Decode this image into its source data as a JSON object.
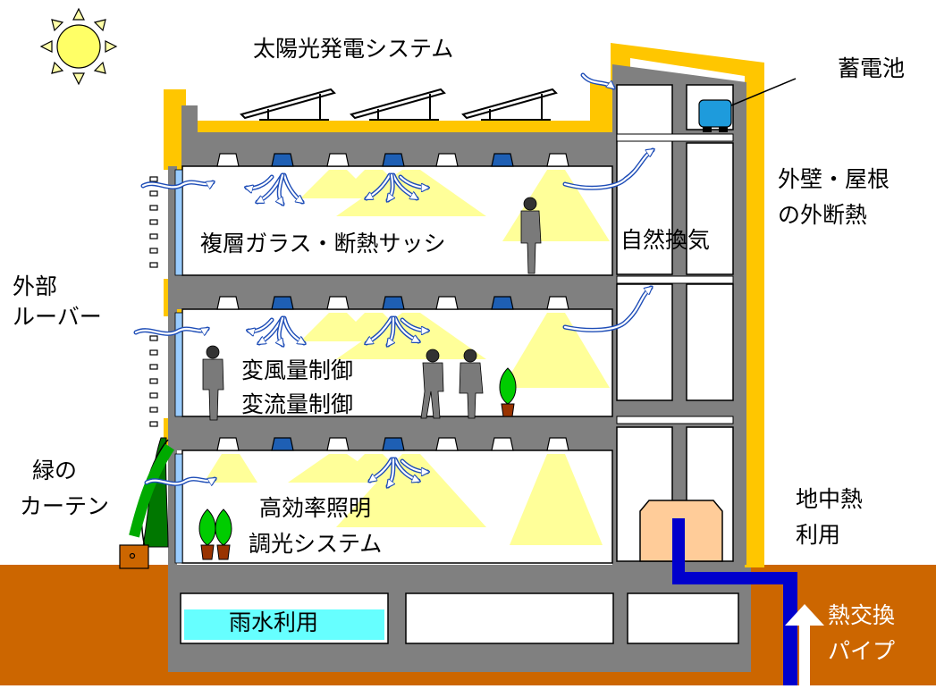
{
  "labels": {
    "solar_power": "太陽光発電システム",
    "battery": "蓄電池",
    "exterior_insulation_line1": "外壁・屋根",
    "exterior_insulation_line2": "の外断熱",
    "double_glazing": "複層ガラス・断熱サッシ",
    "natural_ventilation": "自然換気",
    "external_louver_line1": "外部",
    "external_louver_line2": "ルーバー",
    "vav_control": "変風量制御",
    "vwv_control": "変流量制御",
    "green_curtain_line1": "緑の",
    "green_curtain_line2": "カーテン",
    "high_efficiency_lighting": "高効率照明",
    "dimming_system": "調光システム",
    "geothermal_line1": "地中熱",
    "geothermal_line2": "利用",
    "rainwater": "雨水利用",
    "heat_exchange_line1": "熱交換",
    "heat_exchange_line2": "パイプ"
  },
  "colors": {
    "insulation": "#FFC600",
    "concrete": "#808080",
    "earth": "#CC6600",
    "light_cone": "#FFFF99",
    "ceiling_fixture": "#1E5FB4",
    "air_flow": "#1E4DB7",
    "water_pipe": "#0000CC",
    "rain_tank": "#66FFFF",
    "battery": "#1E9BDC",
    "heat_unit": "#FFCC99",
    "glass": "#99CCFF",
    "plant": "#00AA00"
  },
  "icons": [
    "sun-icon",
    "solar-panel-icon",
    "person-icon",
    "potted-plant-icon",
    "air-flow-arrow-icon",
    "battery-icon"
  ]
}
